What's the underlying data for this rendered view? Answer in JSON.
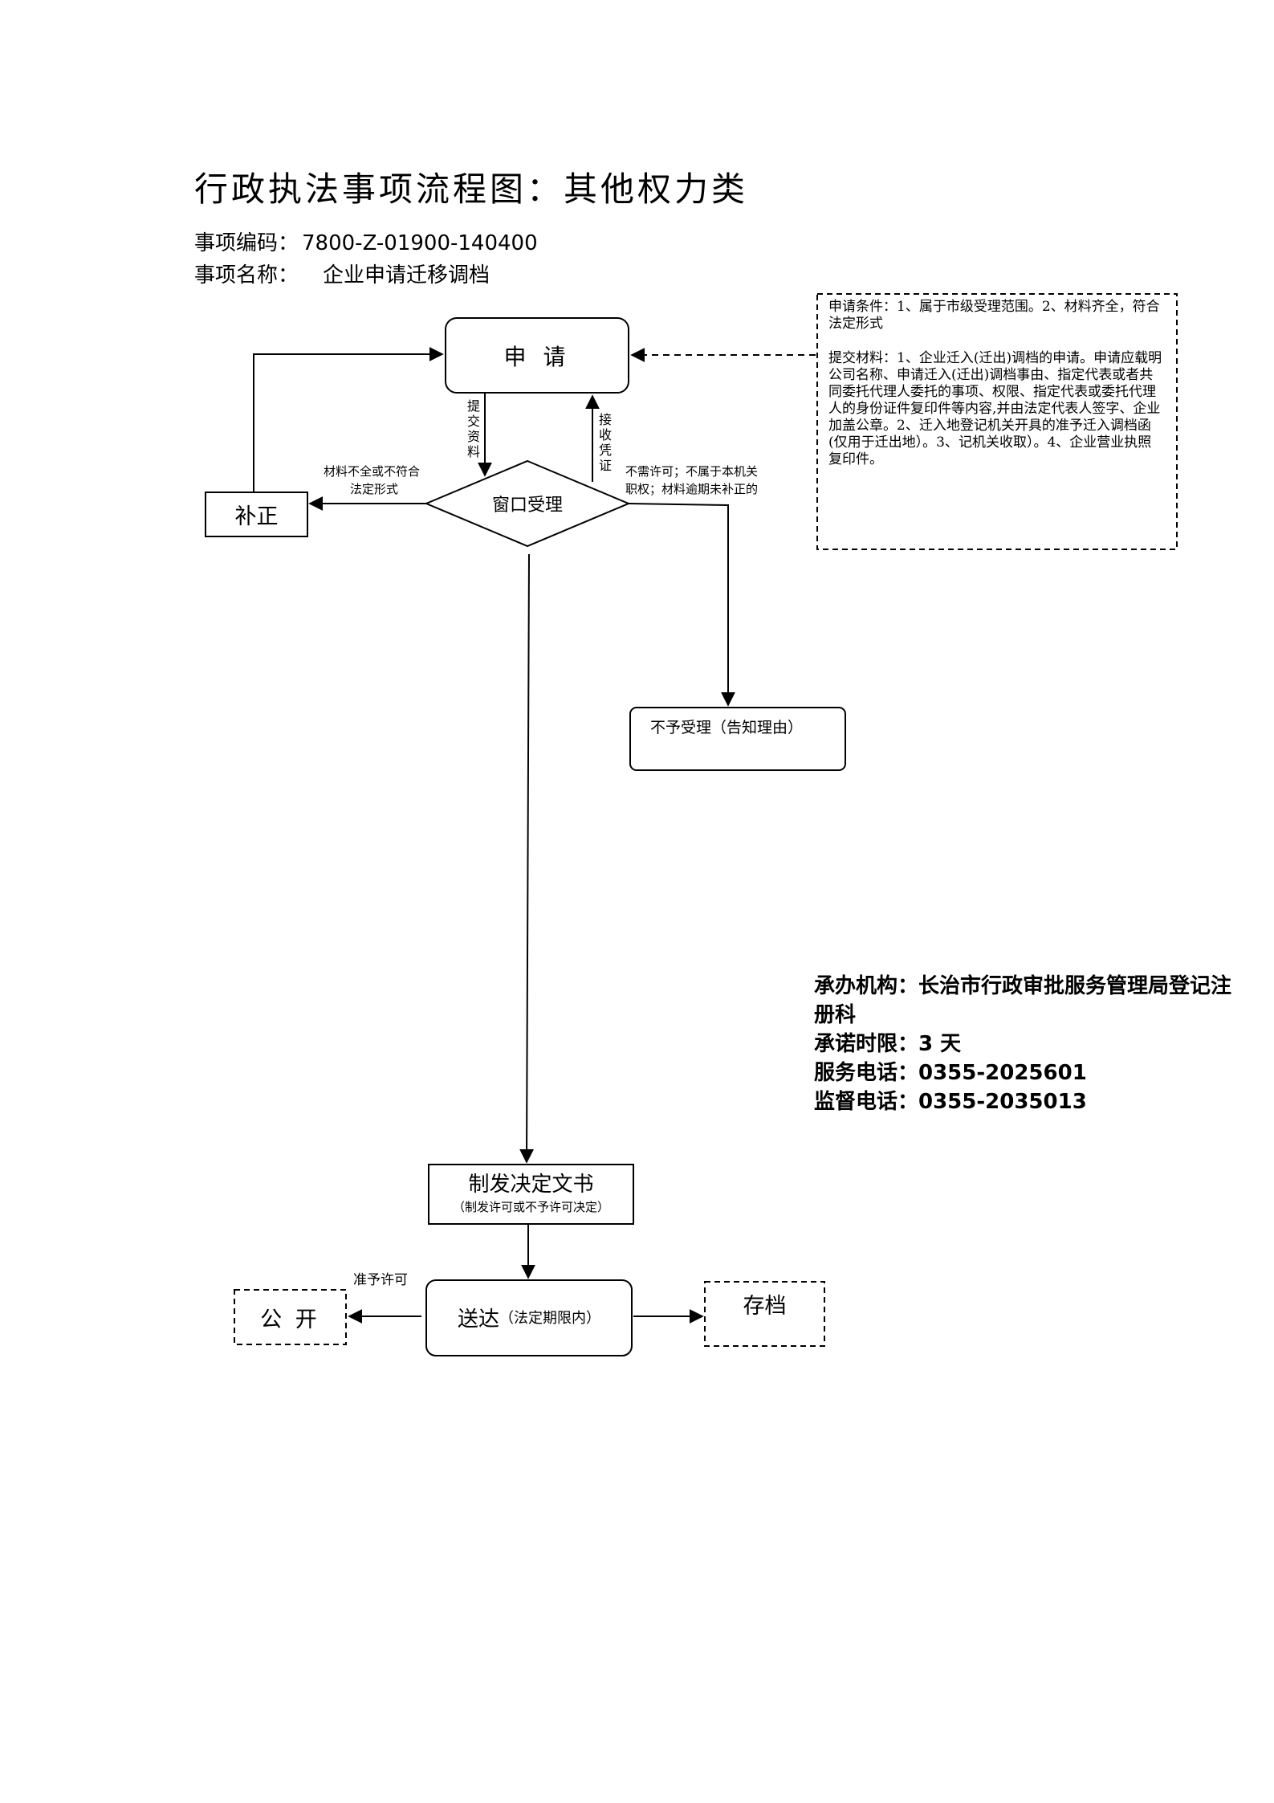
{
  "title": "行政执法事项流程图：其他权力类",
  "item_code_label": "事项编码：",
  "item_code": "7800-Z-01900-140400",
  "item_name_label": "事项名称：",
  "item_name": "企业申请迁移调档",
  "nodes": {
    "apply": "申 请",
    "supplement": "补正",
    "window_accept": "窗口受理",
    "reject": "不予受理（告知理由）",
    "decision_title": "制发决定文书",
    "decision_sub": "（制发许可或不予许可决定）",
    "deliver_main": "送达",
    "deliver_sub": "（法定期限内）",
    "publish": "公 开",
    "archive": "存档"
  },
  "edge_labels": {
    "submit_materials": "提交资料",
    "receive_voucher": "接收凭证",
    "incomplete_1": "材料不全或不符合",
    "incomplete_2": "法定形式",
    "no_permit_1": "不需许可；不属于本机关",
    "no_permit_2": "职权；材料逾期未补正的",
    "grant_permit": "准予许可"
  },
  "conditions": {
    "apply_conditions": "申请条件：1、属于市级受理范围。2、材料齐全，符合法定形式",
    "materials": "提交材料：1、企业迁入(迁出)调档的申请。申请应载明公司名称、申请迁入(迁出)调档事由、指定代表或者共同委托代理人委托的事项、权限、指定代表或委托代理人的身份证件复印件等内容,并由法定代表人签字、企业加盖公章。2、迁入地登记机关开具的准予迁入调档函(仅用于迁出地）。3、记机关收取）。4、企业营业执照复印件。"
  },
  "info": {
    "org": "承办机构：长治市行政审批服务管理局登记注册科",
    "deadline": "承诺时限：3 天",
    "service_phone": "服务电话：0355-2025601",
    "supervise_phone": "监督电话：0355-2035013"
  }
}
